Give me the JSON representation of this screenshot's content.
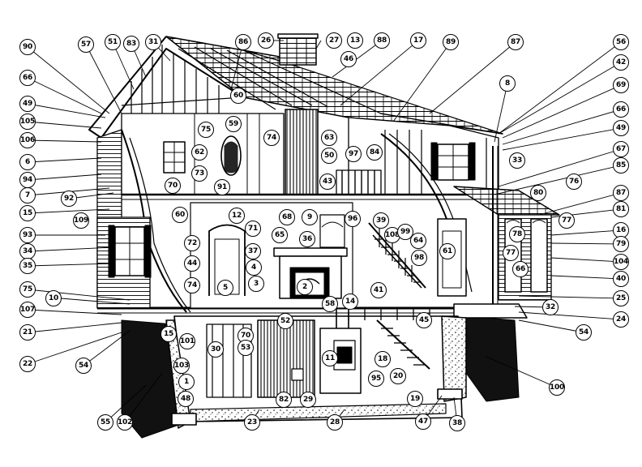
{
  "diagram": {
    "callouts": [
      {
        "id": "c90",
        "label": "90"
      },
      {
        "id": "c57",
        "label": "57"
      },
      {
        "id": "c51",
        "label": "51"
      },
      {
        "id": "c83",
        "label": "83"
      },
      {
        "id": "c31",
        "label": "31"
      },
      {
        "id": "c86",
        "label": "86"
      },
      {
        "id": "c26",
        "label": "26"
      },
      {
        "id": "c27",
        "label": "27"
      },
      {
        "id": "c13",
        "label": "13"
      },
      {
        "id": "c88",
        "label": "88"
      },
      {
        "id": "c17",
        "label": "17"
      },
      {
        "id": "c89",
        "label": "89"
      },
      {
        "id": "c87a",
        "label": "87"
      },
      {
        "id": "c56",
        "label": "56"
      },
      {
        "id": "c46",
        "label": "46"
      },
      {
        "id": "c42",
        "label": "42"
      },
      {
        "id": "c69",
        "label": "69"
      },
      {
        "id": "c66a",
        "label": "66"
      },
      {
        "id": "c49a",
        "label": "49"
      },
      {
        "id": "c8",
        "label": "8"
      },
      {
        "id": "c66b",
        "label": "66"
      },
      {
        "id": "c49b",
        "label": "49"
      },
      {
        "id": "c105",
        "label": "105"
      },
      {
        "id": "c106",
        "label": "106"
      },
      {
        "id": "c6",
        "label": "6"
      },
      {
        "id": "c94",
        "label": "94"
      },
      {
        "id": "c7",
        "label": "7"
      },
      {
        "id": "c92",
        "label": "92"
      },
      {
        "id": "c15a",
        "label": "15"
      },
      {
        "id": "c109",
        "label": "109"
      },
      {
        "id": "c93",
        "label": "93"
      },
      {
        "id": "c34",
        "label": "34"
      },
      {
        "id": "c35",
        "label": "35"
      },
      {
        "id": "c75a",
        "label": "75"
      },
      {
        "id": "c10",
        "label": "10"
      },
      {
        "id": "c107",
        "label": "107"
      },
      {
        "id": "c21",
        "label": "21"
      },
      {
        "id": "c22",
        "label": "22"
      },
      {
        "id": "c54a",
        "label": "54"
      },
      {
        "id": "c55",
        "label": "55"
      },
      {
        "id": "c102",
        "label": "102"
      },
      {
        "id": "c60a",
        "label": "60"
      },
      {
        "id": "c75b",
        "label": "75"
      },
      {
        "id": "c59",
        "label": "59"
      },
      {
        "id": "c62",
        "label": "62"
      },
      {
        "id": "c73",
        "label": "73"
      },
      {
        "id": "c74a",
        "label": "74"
      },
      {
        "id": "c70a",
        "label": "70"
      },
      {
        "id": "c91",
        "label": "91"
      },
      {
        "id": "c63",
        "label": "63"
      },
      {
        "id": "c50",
        "label": "50"
      },
      {
        "id": "c97",
        "label": "97"
      },
      {
        "id": "c84",
        "label": "84"
      },
      {
        "id": "c43",
        "label": "43"
      },
      {
        "id": "c33",
        "label": "33"
      },
      {
        "id": "c67",
        "label": "67"
      },
      {
        "id": "c85",
        "label": "85"
      },
      {
        "id": "c76",
        "label": "76"
      },
      {
        "id": "c80",
        "label": "80"
      },
      {
        "id": "c87b",
        "label": "87"
      },
      {
        "id": "c81",
        "label": "81"
      },
      {
        "id": "c77a",
        "label": "77"
      },
      {
        "id": "c16",
        "label": "16"
      },
      {
        "id": "c79",
        "label": "79"
      },
      {
        "id": "c104",
        "label": "104"
      },
      {
        "id": "c40",
        "label": "40"
      },
      {
        "id": "c25",
        "label": "25"
      },
      {
        "id": "c24",
        "label": "24"
      },
      {
        "id": "c32",
        "label": "32"
      },
      {
        "id": "c54b",
        "label": "54"
      },
      {
        "id": "c100",
        "label": "100"
      },
      {
        "id": "c60b",
        "label": "60"
      },
      {
        "id": "c12",
        "label": "12"
      },
      {
        "id": "c71",
        "label": "71"
      },
      {
        "id": "c68",
        "label": "68"
      },
      {
        "id": "c9",
        "label": "9"
      },
      {
        "id": "c96",
        "label": "96"
      },
      {
        "id": "c39",
        "label": "39"
      },
      {
        "id": "c108",
        "label": "108"
      },
      {
        "id": "c99",
        "label": "99"
      },
      {
        "id": "c64",
        "label": "64"
      },
      {
        "id": "c98",
        "label": "98"
      },
      {
        "id": "c61",
        "label": "61"
      },
      {
        "id": "c78",
        "label": "78"
      },
      {
        "id": "c77b",
        "label": "77"
      },
      {
        "id": "c66c",
        "label": "66"
      },
      {
        "id": "c72",
        "label": "72"
      },
      {
        "id": "c44",
        "label": "44"
      },
      {
        "id": "c74b",
        "label": "74"
      },
      {
        "id": "c37",
        "label": "37"
      },
      {
        "id": "c4",
        "label": "4"
      },
      {
        "id": "c3",
        "label": "3"
      },
      {
        "id": "c5",
        "label": "5"
      },
      {
        "id": "c65",
        "label": "65"
      },
      {
        "id": "c36",
        "label": "36"
      },
      {
        "id": "c2",
        "label": "2"
      },
      {
        "id": "c58",
        "label": "58"
      },
      {
        "id": "c14",
        "label": "14"
      },
      {
        "id": "c41",
        "label": "41"
      },
      {
        "id": "c45",
        "label": "45"
      },
      {
        "id": "c15b",
        "label": "15"
      },
      {
        "id": "c101",
        "label": "101"
      },
      {
        "id": "c103",
        "label": "103"
      },
      {
        "id": "c70b",
        "label": "70"
      },
      {
        "id": "c53",
        "label": "53"
      },
      {
        "id": "c52",
        "label": "52"
      },
      {
        "id": "c30",
        "label": "30"
      },
      {
        "id": "c1",
        "label": "1"
      },
      {
        "id": "c48",
        "label": "48"
      },
      {
        "id": "c11",
        "label": "11"
      },
      {
        "id": "c18",
        "label": "18"
      },
      {
        "id": "c95",
        "label": "95"
      },
      {
        "id": "c20",
        "label": "20"
      },
      {
        "id": "c19",
        "label": "19"
      },
      {
        "id": "c82",
        "label": "82"
      },
      {
        "id": "c29",
        "label": "29"
      },
      {
        "id": "c23",
        "label": "23"
      },
      {
        "id": "c28",
        "label": "28"
      },
      {
        "id": "c47",
        "label": "47"
      },
      {
        "id": "c38",
        "label": "38"
      }
    ]
  }
}
